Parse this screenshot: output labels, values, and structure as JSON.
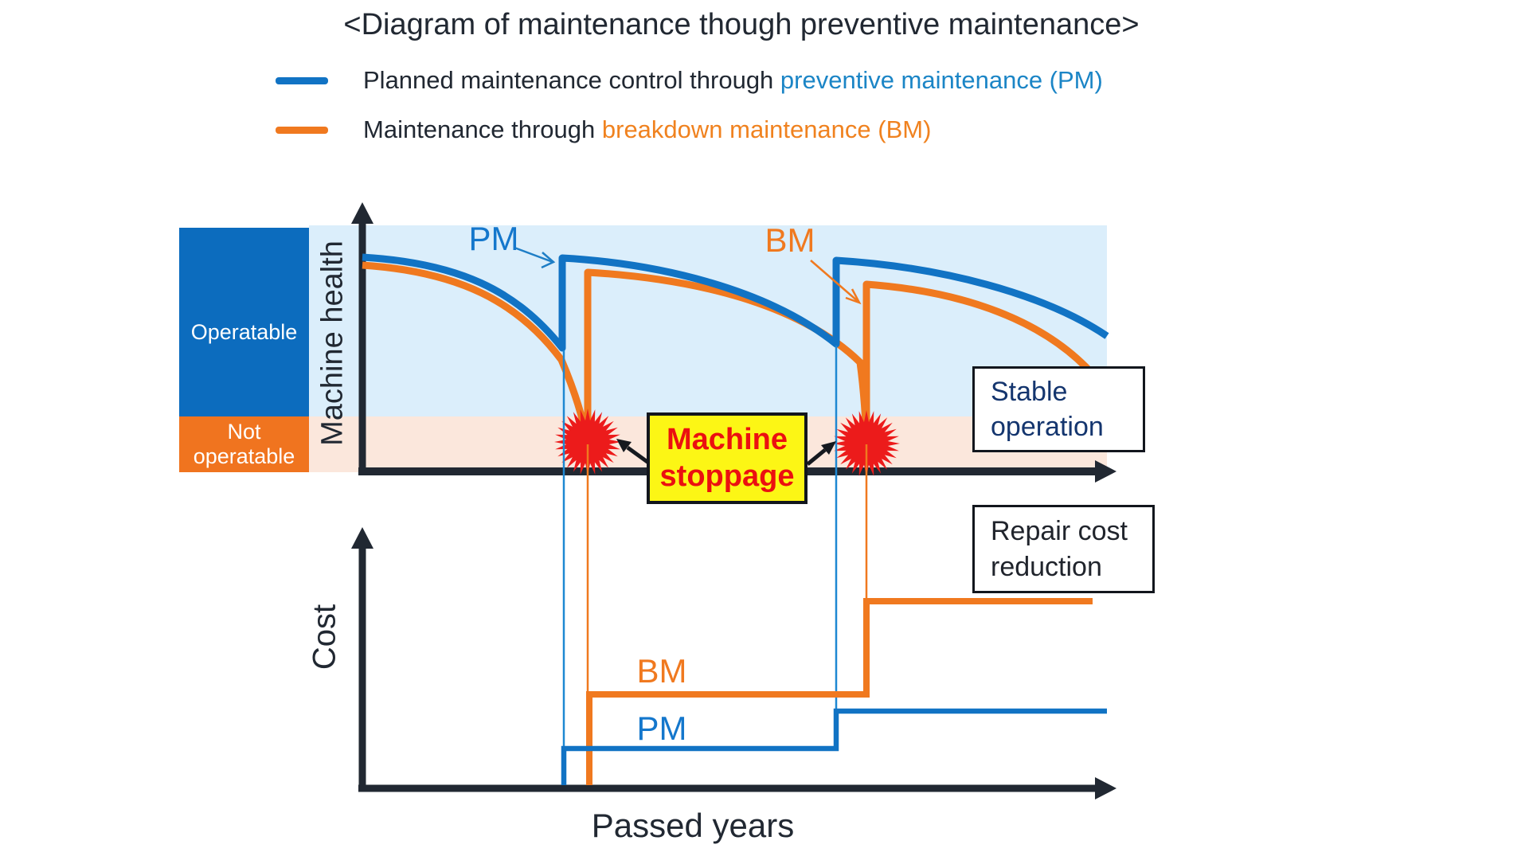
{
  "title": "<Diagram of maintenance though preventive maintenance>",
  "legend": {
    "pm": {
      "prefix": "Planned maintenance control through ",
      "highlight": "preventive maintenance (PM)"
    },
    "bm": {
      "prefix": "Maintenance through ",
      "highlight": "breakdown maintenance (BM)"
    }
  },
  "health_chart": {
    "y_label": "Machine health",
    "operable_zone": "Operatable",
    "not_operable_zone": "Not operatable",
    "pm_marker": "PM",
    "bm_marker": "BM",
    "stoppage_callout": "Machine stoppage",
    "stable_callout": "Stable operation"
  },
  "cost_chart": {
    "y_label": "Cost",
    "x_label": "Passed years",
    "bm_series_label": "BM",
    "pm_series_label": "PM",
    "repair_callout": "Repair cost reduction"
  },
  "colors": {
    "pm_blue": "#1173c4",
    "bm_orange": "#f0791f",
    "legend_pm_text": "#1b85c6",
    "legend_bm_text": "#f0821f",
    "operable_fill": "#0c6cbe",
    "not_operable_fill": "#f0741f",
    "health_band": "#dbeefb",
    "fault_band": "#fbe7dc",
    "star_red": "#ec1b1b",
    "stoppage_bg": "#fcf615",
    "stoppage_text": "#eb1010",
    "stable_text": "#14356e",
    "ink": "#212832"
  }
}
